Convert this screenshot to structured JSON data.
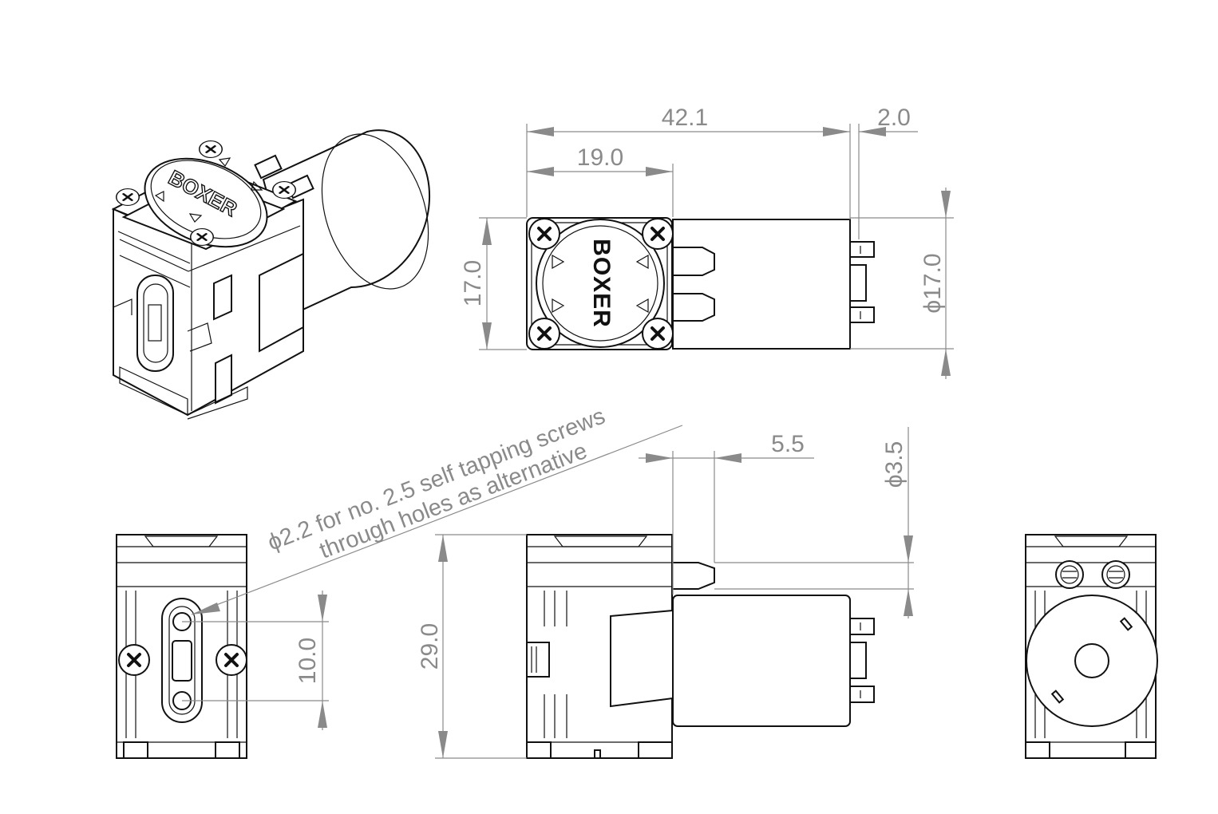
{
  "brand": "BOXER",
  "dimensions": {
    "overall_length": "42.1",
    "head_length": "19.0",
    "terminal_offset": "2.0",
    "head_width": "17.0",
    "motor_diameter": "17.0",
    "nozzle_offset": "5.5",
    "nozzle_diameter": "3.5",
    "height": "29.0",
    "hole_spacing": "10.0",
    "diameter_symbol": "ϕ"
  },
  "note": {
    "line1": "2.2 for no. 2.5 self tapping screws",
    "line2": "through holes as alternative"
  }
}
